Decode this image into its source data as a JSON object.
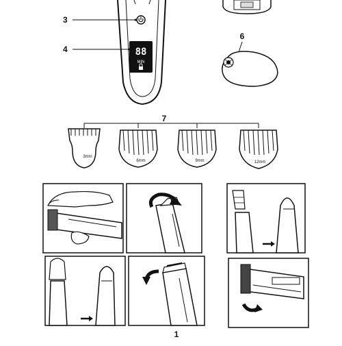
{
  "callouts": {
    "c3": "3",
    "c4": "4",
    "c6": "6",
    "c7": "7",
    "c1": "1"
  },
  "display": {
    "digits": "88",
    "unit": "MIN"
  },
  "combs": [
    {
      "label": "3mm"
    },
    {
      "label": "6mm"
    },
    {
      "label": "9mm"
    },
    {
      "label": "12mm"
    }
  ],
  "icons": {
    "power": "power-icon",
    "lock": "lock-icon",
    "rotate_arrow": "rotate-arrow-icon",
    "slide_arrow": "slide-arrow-icon"
  }
}
